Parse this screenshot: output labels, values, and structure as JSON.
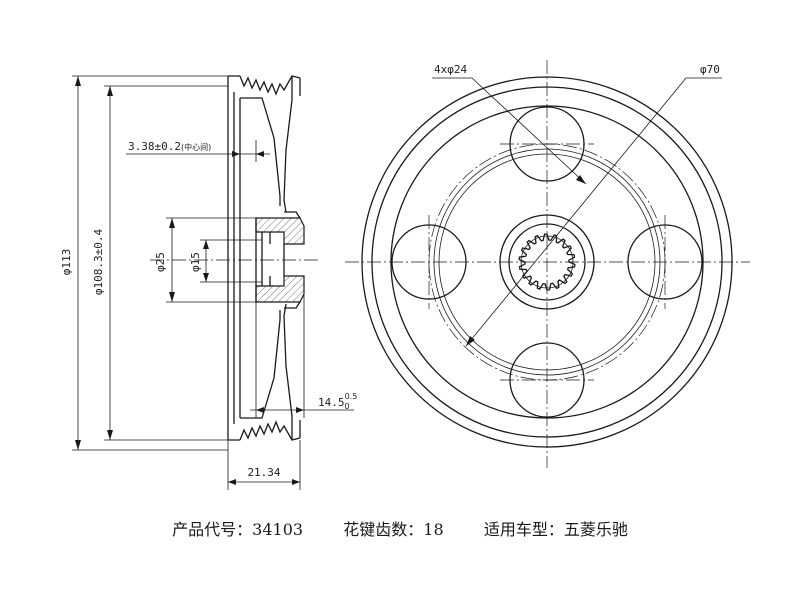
{
  "dimensions": {
    "d113": "φ113",
    "d108": "φ108.3±0.4",
    "d25": "φ25",
    "d15": "φ15",
    "groove_offset": "3.38±0.2",
    "groove_offset_note": "(中心间)",
    "hub_width": "14.5",
    "hub_width_tol": "0",
    "hub_width_tol_upper": "0.5",
    "total_width": "21.34",
    "holes": "4xφ24",
    "pcd": "φ70"
  },
  "caption": {
    "product_code_label": "产品代号：",
    "product_code": "34103",
    "spline_label": "花键齿数：",
    "spline_teeth": "18",
    "model_label": "适用车型：",
    "model": "五菱乐驰"
  }
}
